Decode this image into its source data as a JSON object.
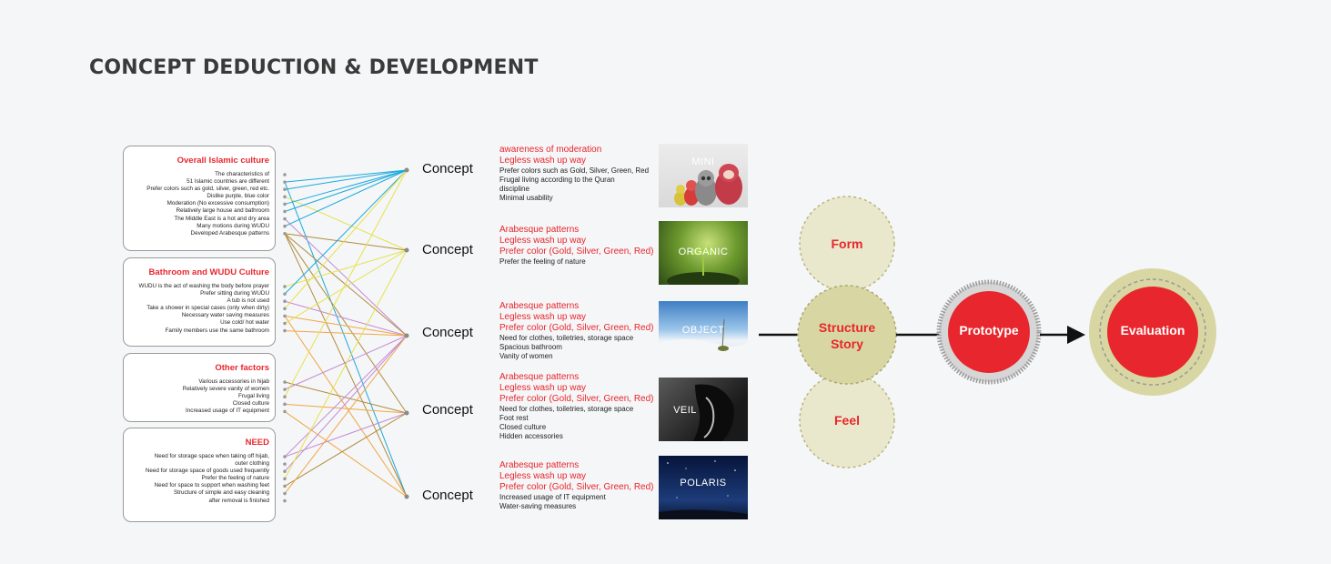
{
  "title": "CONCEPT DEDUCTION & DEVELOPMENT",
  "factor_boxes": [
    {
      "title": "Overall Islamic culture",
      "items": [
        "The characteristics of",
        "51 Islamic countries are different",
        "Prefer colors such as gold, silver, green, red etc.",
        "Dislike purple, blue color",
        "Moderation (No excessive consumption)",
        "Relatively large house and bathroom",
        "The Middle East is a hot and dry area",
        "Many motions during WUDU",
        "Developed Arabesque patterns"
      ]
    },
    {
      "title": "Bathroom and WUDU Culture",
      "items": [
        "WUDU is the act of washing the body before prayer",
        "Prefer sitting during WUDU",
        "A tub is not used",
        "Take a shower in special cases (only when dirty)",
        "Necessary water saving measures",
        "Use cold/ hot water",
        "Family members use the same bathroom"
      ]
    },
    {
      "title": "Other factors",
      "items": [
        "Various accessories in hijab",
        "Relatively severe vanity of women",
        "Frugal living",
        "Closed culture",
        "Increased usage of IT equipment"
      ]
    },
    {
      "title": "NEED",
      "items": [
        "Need for storage space when taking off hijab,",
        "outer clothing",
        "Need for storage space of goods used frequently",
        "Prefer the feeling of nature",
        "Need for space to support when washing feet",
        "Structure of simple and easy cleaning",
        "after removal is finished"
      ]
    }
  ],
  "concepts": [
    {
      "label": "Concept",
      "red": [
        "awareness of moderation",
        "Legless wash up way"
      ],
      "black": [
        "Prefer colors such as Gold, Silver, Green, Red",
        "Frugal living according to the Quran",
        "discipline",
        "Minimal usability"
      ],
      "image_title": "MINI",
      "image_subtitle": ""
    },
    {
      "label": "Concept",
      "red": [
        "Arabesque patterns",
        "Legless wash up way",
        "Prefer color (Gold, Silver, Green, Red)"
      ],
      "black": [
        "Prefer the feeling of nature"
      ],
      "image_title": "ORGANIC",
      "image_subtitle": ""
    },
    {
      "label": "Concept",
      "red": [
        "Arabesque patterns",
        "Legless wash up way",
        "Prefer color (Gold, Silver, Green, Red)"
      ],
      "black": [
        "Need for clothes, toiletries, storage space",
        "Spacious bathroom",
        "Vanity of women"
      ],
      "image_title": "OBJECT",
      "image_subtitle": ""
    },
    {
      "label": "Concept",
      "red": [
        "Arabesque patterns",
        "Legless wash up way",
        "Prefer color (Gold, Silver, Green, Red)"
      ],
      "black": [
        "Need for clothes, toiletries, storage space",
        "Foot rest",
        "Closed culture",
        "Hidden accessories"
      ],
      "image_title": "VEIL",
      "image_subtitle": ""
    },
    {
      "label": "Concept",
      "red": [
        "Arabesque patterns",
        "Legless wash up way",
        "Prefer color (Gold, Silver, Green, Red)"
      ],
      "black": [
        "Increased usage of IT equipment",
        "Water-saving measures"
      ],
      "image_title": "POLARIS",
      "image_subtitle": ""
    }
  ],
  "flow": {
    "form": "Form",
    "structure": "Structure",
    "story": "Story",
    "feel": "Feel",
    "prototype": "Prototype",
    "evaluation": "Evaluation"
  },
  "colors": {
    "accent_red": "#e8262d",
    "olive": "#d8d6a2",
    "olive_light": "#e9e8cc",
    "line_cyan": "#1aa9dd",
    "line_yellow": "#e6e24a",
    "line_purple": "#c38ad6",
    "line_orange": "#f0a646",
    "line_brown": "#b08c3c"
  },
  "links": [
    {
      "from": [
        0,
        1
      ],
      "to": [
        0,
        4
      ],
      "color": "line_cyan"
    },
    {
      "from": [
        0,
        2
      ],
      "to": 0,
      "color": "line_cyan"
    },
    {
      "from": [
        0,
        3
      ],
      "to": 1,
      "color": "line_yellow"
    },
    {
      "from": [
        0,
        4
      ],
      "to": 0,
      "color": "line_cyan"
    },
    {
      "from": [
        0,
        5
      ],
      "to": 0,
      "color": "line_cyan"
    },
    {
      "from": [
        0,
        6
      ],
      "to": 2,
      "color": "line_purple"
    },
    {
      "from": [
        0,
        7
      ],
      "to": 0,
      "color": "line_cyan"
    },
    {
      "from": [
        0,
        8
      ],
      "to": [
        1,
        2,
        3,
        4
      ],
      "color": "line_brown"
    },
    {
      "from": [
        1,
        0
      ],
      "to": 1,
      "color": "line_yellow"
    },
    {
      "from": [
        1,
        1
      ],
      "to": 0,
      "color": "line_cyan"
    },
    {
      "from": [
        1,
        2
      ],
      "to": 2,
      "color": "line_purple"
    },
    {
      "from": [
        1,
        3
      ],
      "to": 0,
      "color": "line_yellow"
    },
    {
      "from": [
        1,
        4
      ],
      "to": [
        2,
        4
      ],
      "color": "line_orange"
    },
    {
      "from": [
        1,
        5
      ],
      "to": 1,
      "color": "line_yellow"
    },
    {
      "from": [
        1,
        6
      ],
      "to": 2,
      "color": "line_orange"
    },
    {
      "from": [
        2,
        0
      ],
      "to": 3,
      "color": "line_brown"
    },
    {
      "from": [
        2,
        1
      ],
      "to": 2,
      "color": "line_purple"
    },
    {
      "from": [
        2,
        2
      ],
      "to": 0,
      "color": "line_yellow"
    },
    {
      "from": [
        2,
        3
      ],
      "to": 3,
      "color": "line_orange"
    },
    {
      "from": [
        2,
        4
      ],
      "to": 4,
      "color": "line_orange"
    },
    {
      "from": [
        3,
        0
      ],
      "to": [
        2,
        3
      ],
      "color": "line_purple"
    },
    {
      "from": [
        3,
        2
      ],
      "to": 2,
      "color": "line_purple"
    },
    {
      "from": [
        3,
        3
      ],
      "to": 1,
      "color": "line_yellow"
    },
    {
      "from": [
        3,
        4
      ],
      "to": 3,
      "color": "line_brown"
    },
    {
      "from": [
        3,
        5
      ],
      "to": 2,
      "color": "line_orange"
    }
  ]
}
